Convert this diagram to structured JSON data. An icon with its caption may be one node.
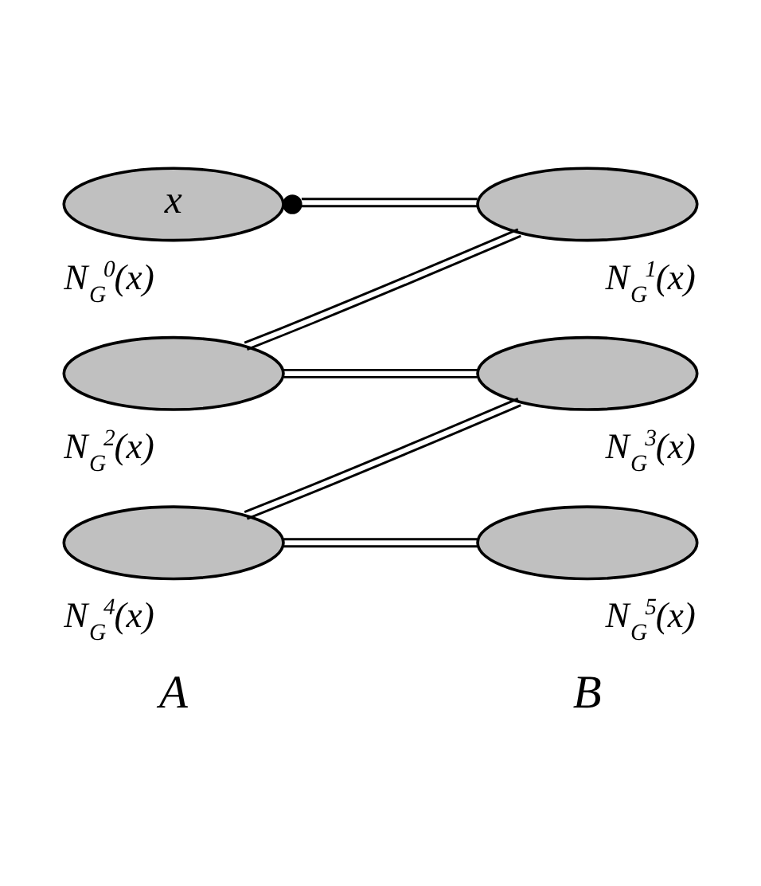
{
  "diagram": {
    "nodes": [
      {
        "text": [
          "x"
        ],
        "beside": [
          "N$_{G}$$^{0}$(x)"
        ]
      },
      {
        "text": [],
        "shape": "ellipse",
        "beside": [
          "N$_{G}$$^{1}$(x)"
        ]
      },
      {
        "text": [],
        "shape": "ellipse",
        "beside": [
          "N$_{G}$$^{2}$(x)"
        ]
      },
      {
        "text": [],
        "shape": "ellipse",
        "beside": [
          "N$_{G}$$^{3}$(x)"
        ]
      },
      {
        "text": [],
        "shape": "ellipse",
        "beside": [
          "N$_{G}$$^{4}$(x)"
        ]
      },
      {
        "text": [],
        "shape": "ellipse",
        "beside": [
          "N$_{G}$$^{5}$(x)"
        ]
      }
    ],
    "edges": [
      {
        "from": 0,
        "to": 1,
        "arrow": "other"
      },
      {
        "from": 1,
        "to": 2,
        "arrow": "none"
      },
      {
        "from": 2,
        "to": 3,
        "arrow": "none"
      },
      {
        "from": 3,
        "to": 4,
        "arrow": "none"
      },
      {
        "from": 4,
        "to": 5,
        "arrow": "none"
      }
    ],
    "labels": [
      "A",
      "B"
    ]
  }
}
